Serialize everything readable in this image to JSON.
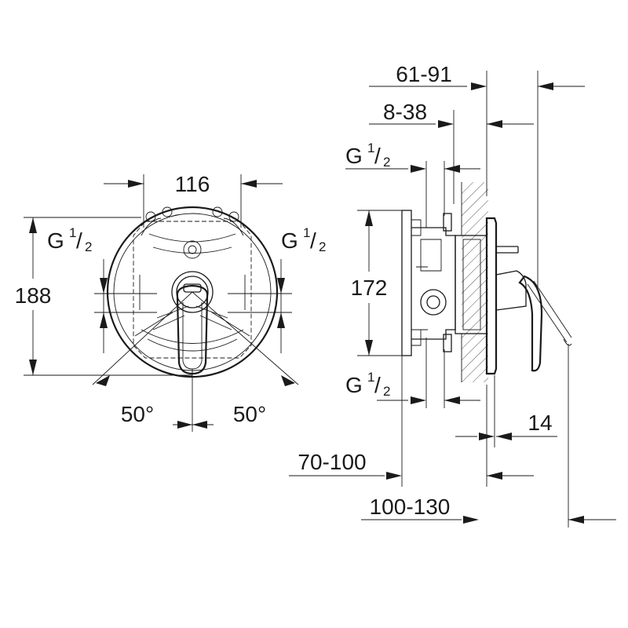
{
  "front_view": {
    "width_dim": "116",
    "height_dim": "188",
    "inlet_left": {
      "g": "G",
      "num": "1",
      "den": "2"
    },
    "inlet_right": {
      "g": "G",
      "num": "1",
      "den": "2"
    },
    "angle_left": "50°",
    "angle_right": "50°"
  },
  "side_view": {
    "dim_61_91": "61-91",
    "dim_8_38": "8-38",
    "inlet_top": {
      "g": "G",
      "num": "1",
      "den": "2"
    },
    "height_dim": "172",
    "inlet_bottom": {
      "g": "G",
      "num": "1",
      "den": "2"
    },
    "dim_14": "14",
    "dim_70_100": "70-100",
    "dim_100_130": "100-130"
  }
}
